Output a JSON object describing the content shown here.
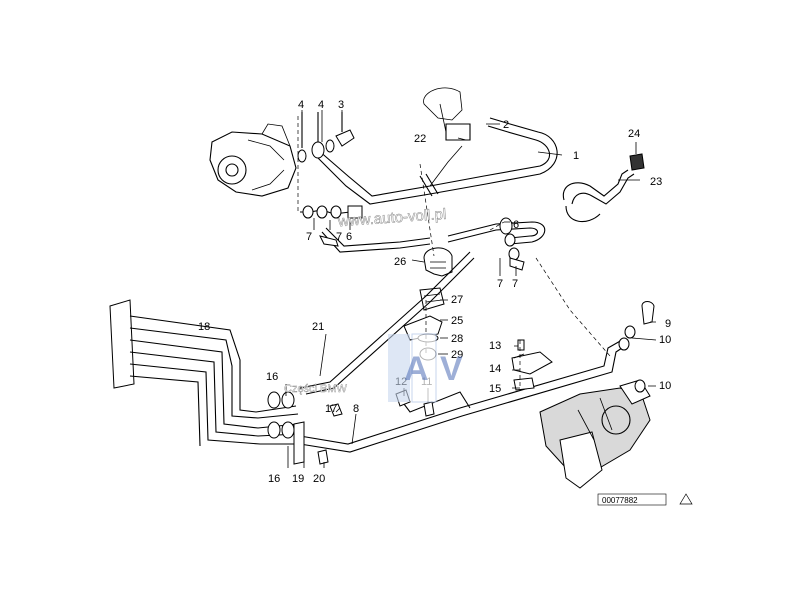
{
  "watermark": {
    "site": "www.auto-voll.pl",
    "brand": "Części BMW",
    "logo_letters": "AV"
  },
  "diagram_ref": "00077882",
  "callouts": [
    "1",
    "2",
    "3",
    "4",
    "4",
    "6",
    "6",
    "7",
    "7",
    "7",
    "7",
    "8",
    "9",
    "10",
    "10",
    "11",
    "12",
    "13",
    "14",
    "15",
    "16",
    "16",
    "17",
    "18",
    "19",
    "20",
    "21",
    "22",
    "23",
    "24",
    "25",
    "26",
    "27",
    "28",
    "29"
  ]
}
